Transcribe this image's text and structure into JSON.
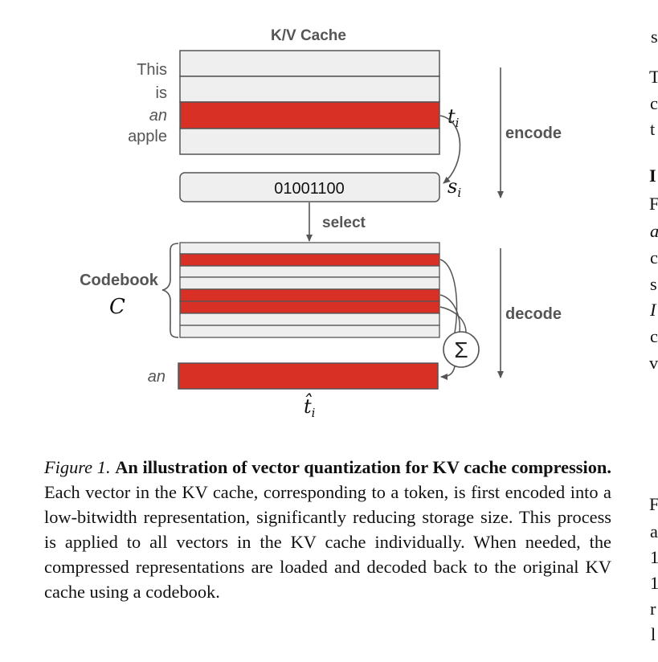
{
  "figure": {
    "title": "K/V Cache",
    "tokens": [
      "This",
      "is",
      "an",
      "apple"
    ],
    "highlighted_token_index": 2,
    "t_label": "t",
    "t_sub": "i",
    "s_label": "s",
    "s_sub": "i",
    "code": "01001100",
    "select_label": "select",
    "codebook_label": "Codebook",
    "codebook_symbol": "C",
    "sum_symbol": "Σ",
    "output_token": "an",
    "t_hat_label": "t̂",
    "t_hat_sub": "i",
    "encode_label": "encode",
    "decode_label": "decode",
    "colors": {
      "highlight": "#d93025",
      "row_fill": "#efefef",
      "stroke": "#555555",
      "label": "#555555"
    }
  },
  "caption": {
    "label": "Figure 1.",
    "title": "An illustration of vector quantization for KV cache compression.",
    "body": " Each vector in the KV cache, corresponding to a token, is first encoded into a low-bitwidth representation, signifi­cantly reducing storage size. This process is applied to all vectors in the KV cache individually. When needed, the compressed repre­sentations are loaded and decoded back to the original KV cache using a codebook."
  },
  "right_edge_text": [
    "s",
    "T",
    "c",
    "t",
    "I",
    "F",
    "a",
    "c",
    "s",
    "I",
    "c",
    "v",
    "F",
    "a",
    "1",
    "1",
    "r",
    "l"
  ]
}
